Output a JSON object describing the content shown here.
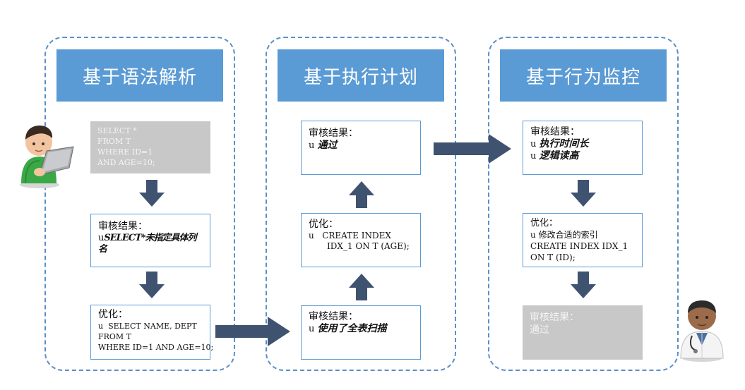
{
  "columns": [
    {
      "header": "基于语法解析",
      "sql_box": {
        "lines": [
          "SELECT *",
          "FROM T",
          "WHERE ID=1",
          "AND AGE=10;"
        ]
      },
      "review_box": {
        "title": "审核结果：",
        "bullet": "u",
        "text": "SELECT*未指定具体列名"
      },
      "optimize_box": {
        "title": "优化：",
        "bullet": "u",
        "lines": [
          "SELECT NAME, DEPT",
          "FROM T",
          "WHERE ID=1 AND AGE=10;"
        ]
      }
    },
    {
      "header": "基于执行计划",
      "review_box_top": {
        "title": "审核结果：",
        "bullet": "u",
        "text": "通过"
      },
      "optimize_box": {
        "title": "优化：",
        "bullet": "u",
        "lines": [
          "CREATE INDEX",
          "IDX_1 ON T (AGE);"
        ]
      },
      "review_box_bottom": {
        "title": "审核结果：",
        "bullet": "u",
        "text": "使用了全表扫描"
      }
    },
    {
      "header": "基于行为监控",
      "review_box": {
        "title": "审核结果：",
        "bullet": "u",
        "items": [
          "执行时间长",
          "逻辑读高"
        ]
      },
      "optimize_box": {
        "title": "优化：",
        "bullet": "u",
        "first": "修改合适的索引",
        "lines": [
          "CREATE INDEX IDX_1",
          "ON T (ID);"
        ]
      },
      "final_box": {
        "title": "审核结果：",
        "text": "通过"
      }
    }
  ],
  "colors": {
    "panel_border": "#5b8fc7",
    "header_bg": "#5b9bd5",
    "arrow": "#3f5370",
    "gray_box": "#c8c8c8"
  },
  "icons": {
    "developer": "developer-laptop-icon",
    "dba": "doctor-dba-icon"
  }
}
